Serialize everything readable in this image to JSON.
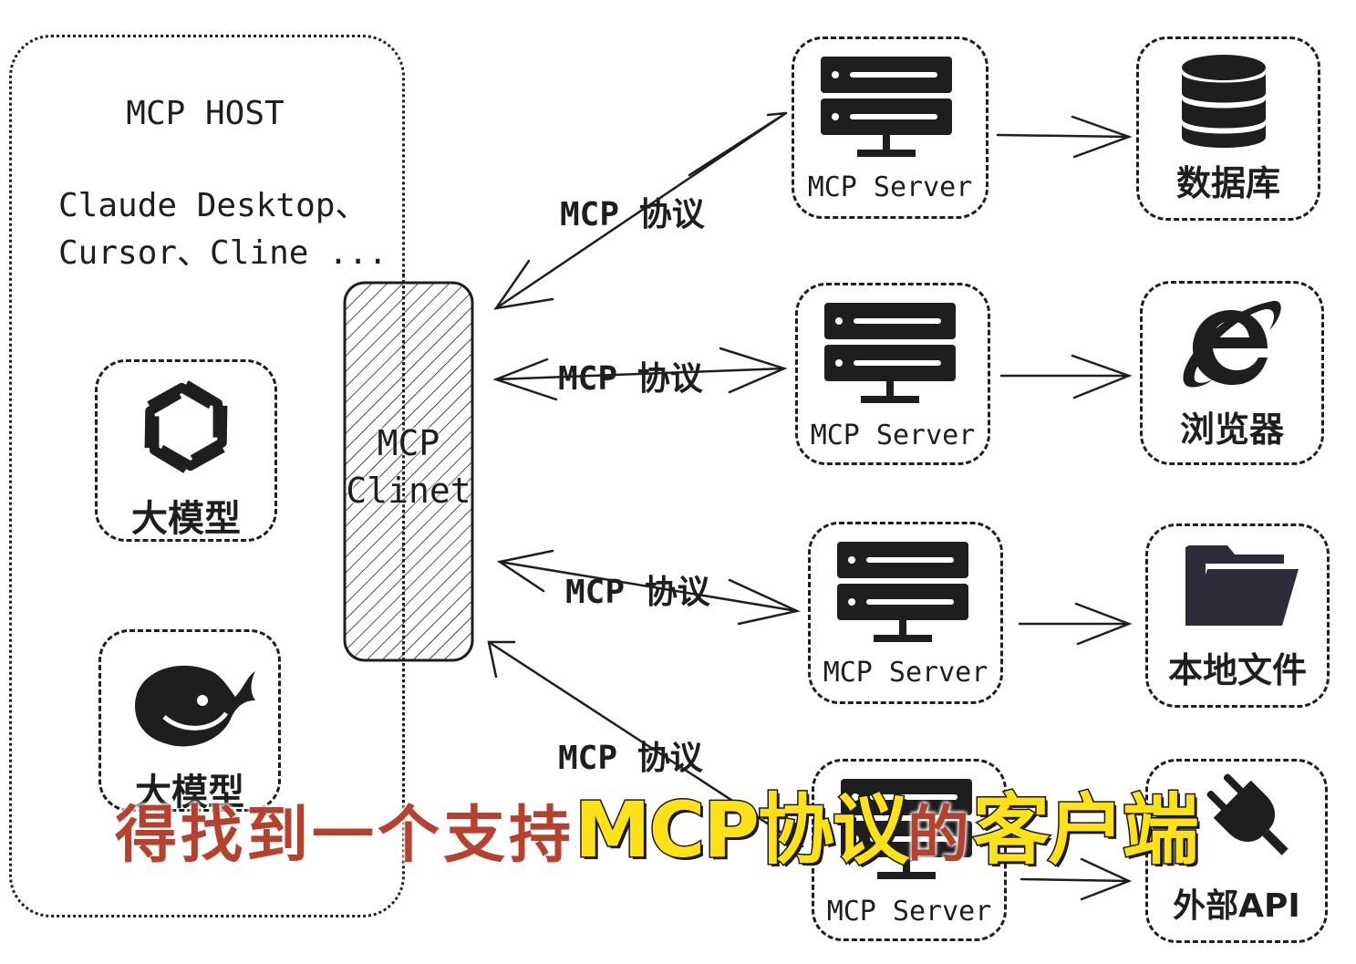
{
  "host": {
    "title": "MCP HOST",
    "apps_line1": "Claude Desktop、",
    "apps_line2": "Cursor、Cline ..."
  },
  "models": [
    {
      "label": "大模型",
      "icon": "openai-logo-icon"
    },
    {
      "label": "大模型",
      "icon": "deepseek-whale-icon"
    }
  ],
  "client": {
    "line1": "MCP",
    "line2": "Clinet"
  },
  "protocol_label": "MCP 协议",
  "servers": [
    {
      "label": "MCP Server",
      "target": "数据库",
      "target_icon": "database-icon"
    },
    {
      "label": "MCP Server",
      "target": "浏览器",
      "target_icon": "internet-explorer-icon"
    },
    {
      "label": "MCP Server",
      "target": "本地文件",
      "target_icon": "folder-icon"
    },
    {
      "label": "MCP Server",
      "target": "外部API",
      "target_icon": "plug-icon"
    }
  ],
  "subtitle": {
    "part1": "得找到一个支持",
    "part2": "MCP协议",
    "part3": "的",
    "part4": "客户端"
  },
  "colors": {
    "ink": "#1e1e1e",
    "subtitle_red": "#b5412f",
    "subtitle_yellow": "#ffe11a"
  }
}
